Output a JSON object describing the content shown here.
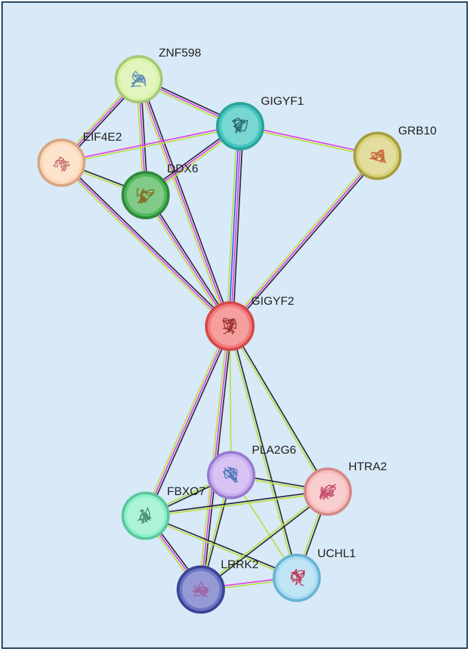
{
  "network": {
    "nodes": [
      {
        "id": "ZNF598",
        "label": "ZNF598",
        "fill": "#d9f2a6",
        "stroke": "#a8c878",
        "tint": "#4a7ab0"
      },
      {
        "id": "GIGYF1",
        "label": "GIGYF1",
        "fill": "#46c8c0",
        "stroke": "#2aa39b",
        "tint": "#1d5a66"
      },
      {
        "id": "GRB10",
        "label": "GRB10",
        "fill": "#d8d27a",
        "stroke": "#a89e3f",
        "tint": "#c0582a"
      },
      {
        "id": "EIF4E2",
        "label": "EIF4E2",
        "fill": "#fbd8b8",
        "stroke": "#d8a684",
        "tint": "#c0606a"
      },
      {
        "id": "DDX6",
        "label": "DDX6",
        "fill": "#4fb85a",
        "stroke": "#2e8a3a",
        "tint": "#8a5a10"
      },
      {
        "id": "GIGYF2",
        "label": "GIGYF2",
        "fill": "#f37b7b",
        "stroke": "#d44a4a",
        "tint": "#8a2020"
      },
      {
        "id": "PLA2G6",
        "label": "PLA2G6",
        "fill": "#c8aef0",
        "stroke": "#9a7ad0",
        "tint": "#3a6ab0"
      },
      {
        "id": "HTRA2",
        "label": "HTRA2",
        "fill": "#f7bcbc",
        "stroke": "#d48a8a",
        "tint": "#b83a5a"
      },
      {
        "id": "FBXO7",
        "label": "FBXO7",
        "fill": "#8ef0c8",
        "stroke": "#5ac89e",
        "tint": "#3a7a5a"
      },
      {
        "id": "UCHL1",
        "label": "UCHL1",
        "fill": "#a8dcf2",
        "stroke": "#6ab4d4",
        "tint": "#c02040"
      },
      {
        "id": "LRRK2",
        "label": "LRRK2",
        "fill": "#6c74c4",
        "stroke": "#3c4494",
        "tint": "#a05aa0"
      }
    ],
    "edges": [
      {
        "a": "ZNF598",
        "b": "EIF4E2",
        "colors": [
          "#2b2b3b",
          "#e040e0",
          "#b8e040"
        ]
      },
      {
        "a": "ZNF598",
        "b": "DDX6",
        "colors": [
          "#2b2b3b",
          "#e040e0",
          "#b8e040"
        ]
      },
      {
        "a": "ZNF598",
        "b": "GIGYF1",
        "colors": [
          "#2b2b3b",
          "#e040e0",
          "#b8e040"
        ]
      },
      {
        "a": "ZNF598",
        "b": "GIGYF2",
        "colors": [
          "#2b2b3b",
          "#e040e0",
          "#b8e040"
        ]
      },
      {
        "a": "EIF4E2",
        "b": "DDX6",
        "colors": [
          "#2b2b3b",
          "#b8e040"
        ]
      },
      {
        "a": "EIF4E2",
        "b": "GIGYF1",
        "colors": [
          "#e040e0",
          "#b8e040"
        ]
      },
      {
        "a": "EIF4E2",
        "b": "GIGYF2",
        "colors": [
          "#2b2b3b",
          "#e040e0",
          "#b8e040"
        ]
      },
      {
        "a": "DDX6",
        "b": "GIGYF1",
        "colors": [
          "#2b2b3b",
          "#e040e0",
          "#b8e040"
        ]
      },
      {
        "a": "DDX6",
        "b": "GIGYF2",
        "colors": [
          "#2b2b3b",
          "#e040e0",
          "#b8e040"
        ]
      },
      {
        "a": "GIGYF1",
        "b": "GRB10",
        "colors": [
          "#e040e0",
          "#b8e040"
        ]
      },
      {
        "a": "GIGYF1",
        "b": "GIGYF2",
        "colors": [
          "#2b2b3b",
          "#e040e0",
          "#4a5ae8",
          "#b8e040"
        ]
      },
      {
        "a": "GRB10",
        "b": "GIGYF2",
        "colors": [
          "#2b2b3b",
          "#e040e0",
          "#b8e040"
        ]
      },
      {
        "a": "GIGYF2",
        "b": "FBXO7",
        "colors": [
          "#2b2b3b",
          "#e040e0",
          "#b8e040"
        ]
      },
      {
        "a": "GIGYF2",
        "b": "LRRK2",
        "colors": [
          "#2b2b3b",
          "#e040e0",
          "#b8e040"
        ]
      },
      {
        "a": "GIGYF2",
        "b": "PLA2G6",
        "colors": [
          "#b8e040"
        ]
      },
      {
        "a": "GIGYF2",
        "b": "HTRA2",
        "colors": [
          "#2b2b3b",
          "#b8e040"
        ]
      },
      {
        "a": "GIGYF2",
        "b": "UCHL1",
        "colors": [
          "#2b2b3b",
          "#b8e040"
        ]
      },
      {
        "a": "PLA2G6",
        "b": "FBXO7",
        "colors": [
          "#2b2b3b",
          "#b8e040"
        ]
      },
      {
        "a": "PLA2G6",
        "b": "HTRA2",
        "colors": [
          "#2b2b3b",
          "#b8e040"
        ]
      },
      {
        "a": "PLA2G6",
        "b": "LRRK2",
        "colors": [
          "#2b2b3b",
          "#b8e040"
        ]
      },
      {
        "a": "PLA2G6",
        "b": "UCHL1",
        "colors": [
          "#b8e040"
        ]
      },
      {
        "a": "FBXO7",
        "b": "HTRA2",
        "colors": [
          "#2b2b3b",
          "#b8e040"
        ]
      },
      {
        "a": "FBXO7",
        "b": "LRRK2",
        "colors": [
          "#2b2b3b",
          "#e040e0",
          "#b8e040"
        ]
      },
      {
        "a": "FBXO7",
        "b": "UCHL1",
        "colors": [
          "#2b2b3b",
          "#b8e040"
        ]
      },
      {
        "a": "HTRA2",
        "b": "LRRK2",
        "colors": [
          "#2b2b3b",
          "#b8e040"
        ]
      },
      {
        "a": "HTRA2",
        "b": "UCHL1",
        "colors": [
          "#2b2b3b",
          "#b8e040"
        ]
      },
      {
        "a": "LRRK2",
        "b": "UCHL1",
        "colors": [
          "#e040e0",
          "#b8e040"
        ]
      }
    ]
  }
}
